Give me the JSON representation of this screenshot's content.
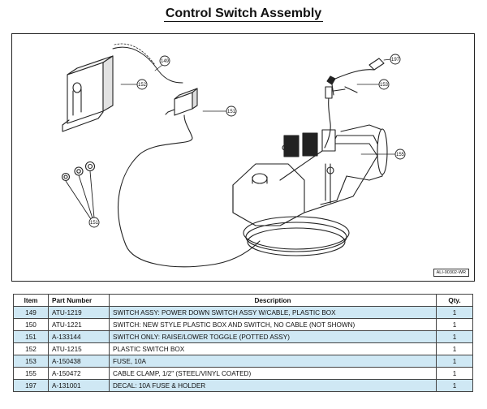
{
  "title": "Control Switch Assembly",
  "drawing_code": "ALI-00302-WR",
  "callouts": {
    "c149": "149",
    "c152": "152",
    "c151a": "151",
    "c151b": "151",
    "c155": "155",
    "c197": "197",
    "c153": "153"
  },
  "table": {
    "headers": {
      "item": "Item",
      "part_number": "Part Number",
      "description": "Description",
      "qty": "Qty."
    },
    "rows": [
      {
        "item": "149",
        "part_number": "ATU-1219",
        "description": "SWITCH ASSY: POWER DOWN SWITCH ASSY W/CABLE, PLASTIC BOX",
        "qty": "1"
      },
      {
        "item": "150",
        "part_number": "ATU-1221",
        "description": "SWITCH: NEW STYLE PLASTIC BOX AND SWITCH, NO CABLE (NOT SHOWN)",
        "qty": "1"
      },
      {
        "item": "151",
        "part_number": "A-133144",
        "description": "SWITCH ONLY: RAISE/LOWER TOGGLE (POTTED ASSY)",
        "qty": "1"
      },
      {
        "item": "152",
        "part_number": "ATU-1215",
        "description": "PLASTIC SWITCH BOX",
        "qty": "1"
      },
      {
        "item": "153",
        "part_number": "A-150438",
        "description": "FUSE, 10A",
        "qty": "1"
      },
      {
        "item": "155",
        "part_number": "A-150472",
        "description": "CABLE CLAMP, 1/2\" (STEEL/VINYL COATED)",
        "qty": "1"
      },
      {
        "item": "197",
        "part_number": "A-131001",
        "description": "DECAL: 10A FUSE & HOLDER",
        "qty": "1"
      }
    ]
  },
  "colors": {
    "row_shade": "#cfe8f4",
    "line": "#222222"
  }
}
